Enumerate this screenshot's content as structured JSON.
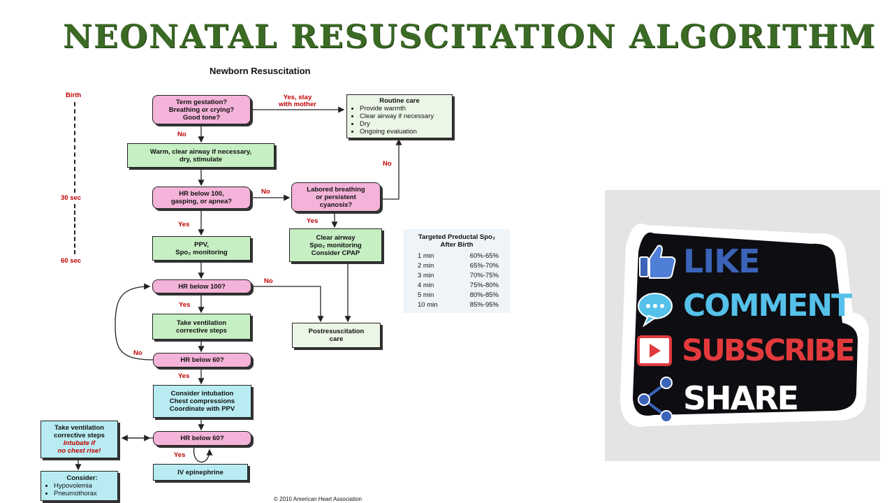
{
  "page_title": "NEONATAL RESUSCITATION ALGORITHM",
  "flowchart": {
    "subtitle": "Newborn Resuscitation",
    "timeline": {
      "birth": "Birth",
      "t30": "30 sec",
      "t60": "60 sec"
    },
    "nodes": {
      "q_term": [
        "Term gestation?",
        "Breathing or crying?",
        "Good tone?"
      ],
      "routine_title": "Routine care",
      "routine_items": [
        "Provide warmth",
        "Clear airway if necessary",
        "Dry",
        "Ongoing evaluation"
      ],
      "warm": [
        "Warm, clear airway if necessary,",
        "dry, stimulate"
      ],
      "q_hr100_gasp": [
        "HR below 100,",
        "gasping, or apnea?"
      ],
      "q_labored": [
        "Labored breathing",
        "or persistent",
        "cyanosis?"
      ],
      "clear_airway": [
        "Clear airway",
        "Spo₂ monitoring",
        "Consider CPAP"
      ],
      "ppv": [
        "PPV,",
        "Spo₂ monitoring"
      ],
      "q_hr100": "HR below 100?",
      "take_vent": [
        "Take ventilation",
        "corrective steps"
      ],
      "post": [
        "Postresuscitation",
        "care"
      ],
      "q_hr60a": "HR below 60?",
      "intubation": [
        "Consider intubation",
        "Chest compressions",
        "Coordinate with PPV"
      ],
      "q_hr60b": "HR below 60?",
      "epi": "IV epinephrine",
      "take_vent2": [
        "Take ventilation",
        "corrective steps"
      ],
      "take_vent2_red": [
        "Intubate if",
        "no chest rise!"
      ],
      "consider_title": "Consider:",
      "consider_items": [
        "Hypovolemia",
        "Pneumothorax"
      ]
    },
    "edge_labels": {
      "yes_stay": [
        "Yes, stay",
        "with mother"
      ],
      "no": "No",
      "yes": "Yes"
    },
    "spo2_table": {
      "title": [
        "Targeted Preductal Spo₂",
        "After Birth"
      ],
      "rows": [
        [
          "1 min",
          "60%-65%"
        ],
        [
          "2 min",
          "65%-70%"
        ],
        [
          "3 min",
          "70%-75%"
        ],
        [
          "4 min",
          "75%-80%"
        ],
        [
          "5 min",
          "80%-85%"
        ],
        [
          "10 min",
          "85%-95%"
        ]
      ]
    },
    "copyright": "© 2010 American Heart Association"
  },
  "sticker": {
    "labels": [
      "LIKE",
      "COMMENT",
      "SUBSCRIBE",
      "SHARE"
    ],
    "icons": [
      "thumbs-up-icon",
      "comment-bubble-icon",
      "play-icon",
      "share-icon"
    ],
    "colors": {
      "like": "#3b63b8",
      "comment": "#55c1ea",
      "subscribe": "#e23a3c",
      "share": "#ffffff"
    }
  }
}
